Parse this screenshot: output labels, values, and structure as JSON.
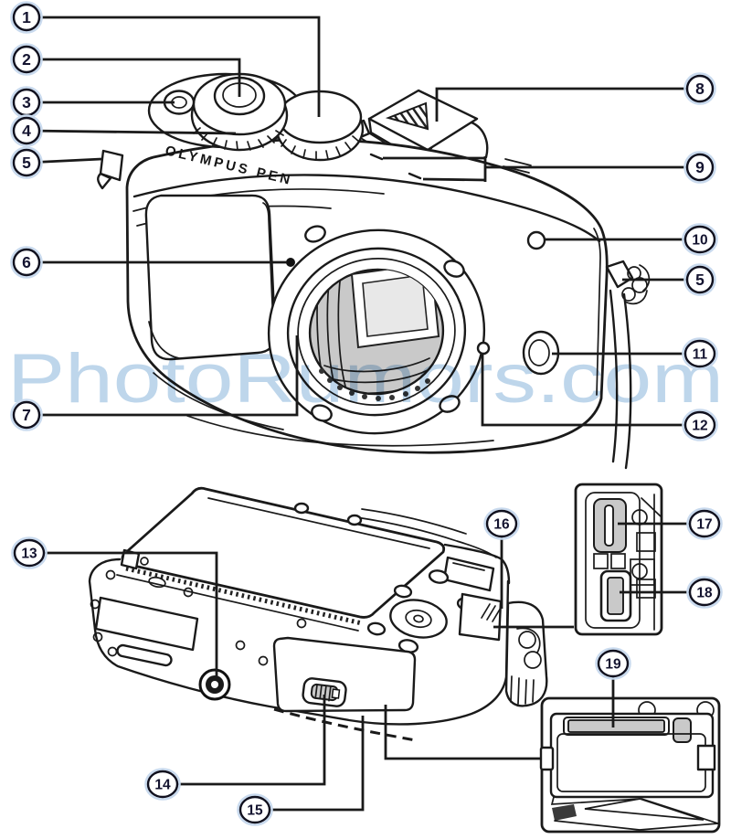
{
  "watermark": {
    "text": "PhotoRumors.com",
    "color": "#b9d3ea"
  },
  "camera": {
    "brand_text": "OLYMPUS PEN"
  },
  "colors": {
    "line": "#1a1a1a",
    "shade": "#c9c9c9",
    "callout_text": "#141430"
  },
  "callouts": [
    {
      "label": "1"
    },
    {
      "label": "2"
    },
    {
      "label": "3"
    },
    {
      "label": "4"
    },
    {
      "label": "5"
    },
    {
      "label": "6"
    },
    {
      "label": "7"
    },
    {
      "label": "8"
    },
    {
      "label": "9"
    },
    {
      "label": "10"
    },
    {
      "label": "5"
    },
    {
      "label": "11"
    },
    {
      "label": "12"
    },
    {
      "label": "13"
    },
    {
      "label": "14"
    },
    {
      "label": "15"
    },
    {
      "label": "16"
    },
    {
      "label": "17"
    },
    {
      "label": "18"
    },
    {
      "label": "19"
    }
  ]
}
